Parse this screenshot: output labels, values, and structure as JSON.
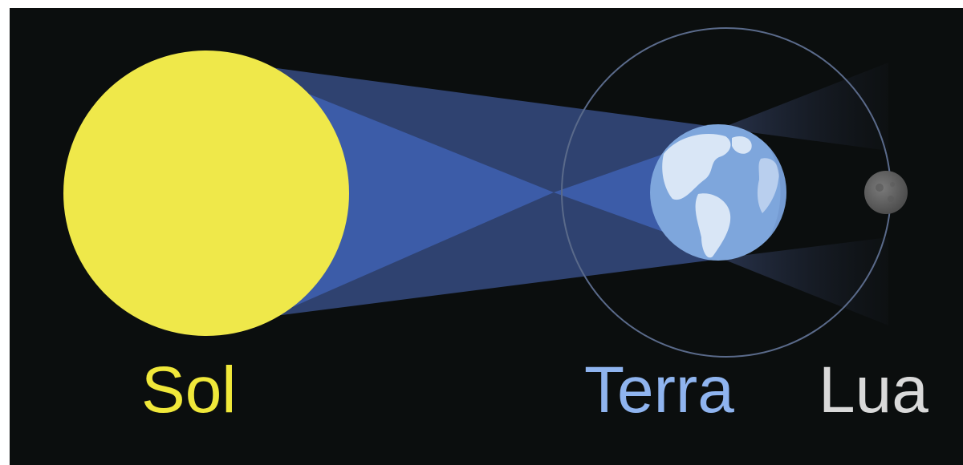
{
  "labels": {
    "sun": "Sol",
    "earth": "Terra",
    "moon": "Lua"
  },
  "colors": {
    "background": "#0b0e0e",
    "sun": "#efe84a",
    "sun_label": "#f0e83a",
    "earth_label": "#8fb4ef",
    "moon_label": "#d9d9d9",
    "light_cone": "#3c5ca8",
    "outer_cone": "#2f4270",
    "earth_ocean": "#7ea6dc",
    "earth_land": "#d9e6f6",
    "moon": "#6b6b6b",
    "orbit": "#5a6a8a"
  },
  "icons": {
    "earth": "earth-globe-icon",
    "moon": "moon-icon",
    "sun": "sun-icon"
  }
}
